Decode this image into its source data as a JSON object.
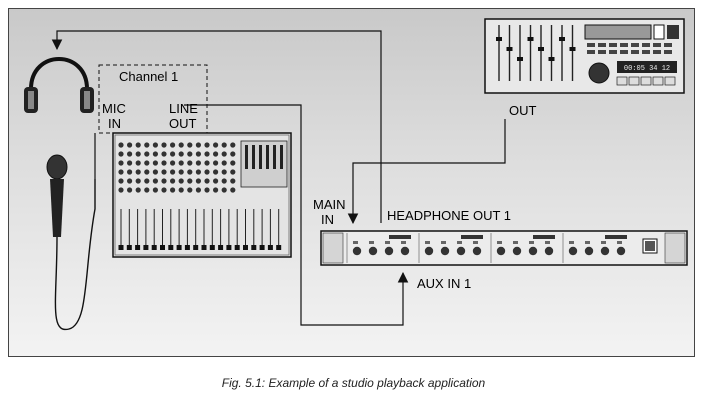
{
  "labels": {
    "channel": "Channel 1",
    "mic_in_line1": "MIC",
    "mic_in_line2": "IN",
    "line_out_line1": "LINE",
    "line_out_line2": "OUT",
    "recorder_out": "OUT",
    "main_in_line1": "MAIN",
    "main_in_line2": "IN",
    "headphone_out": "HEADPHONE OUT 1",
    "aux_in": "AUX IN 1"
  },
  "recorder_display": "00:05 34 12",
  "caption": "Fig. 5.1: Example of a studio playback application",
  "icons": [
    "headphones-icon",
    "microphone-icon",
    "mixer-console",
    "multitrack-recorder",
    "headphone-amplifier"
  ],
  "colors": {
    "line": "#111111",
    "device": "#e8e8e8",
    "dark": "#222222"
  }
}
